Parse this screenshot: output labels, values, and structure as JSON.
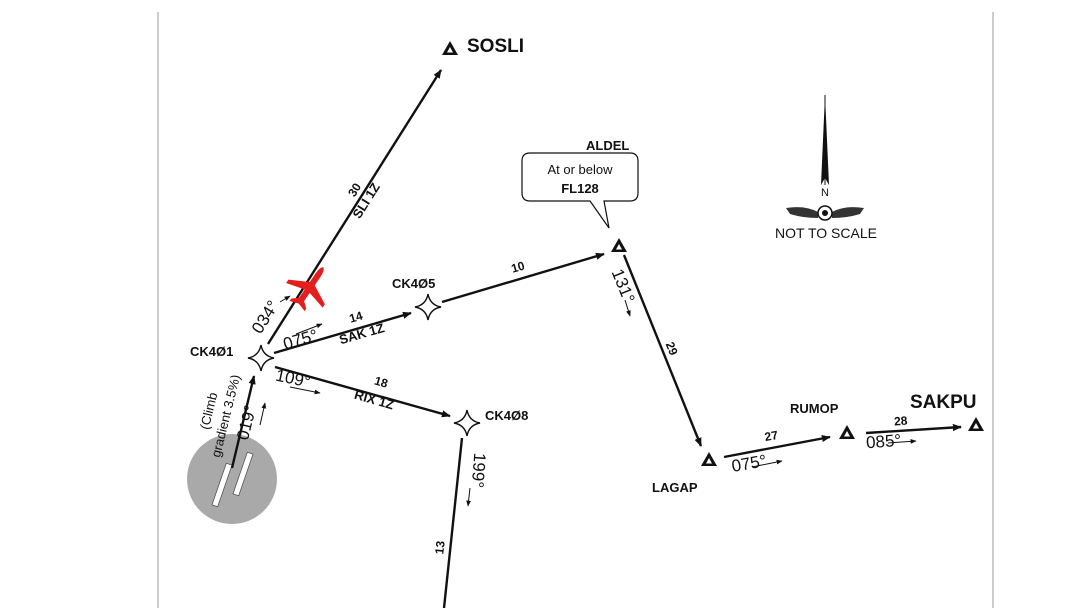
{
  "waypoints": {
    "sosli": "SOSLI",
    "aldel": "ALDEL",
    "ck405": "CK4Ø5",
    "ck401": "CK4Ø1",
    "ck408": "CK4Ø8",
    "lagap": "LAGAP",
    "rumop": "RUMOP",
    "sakpu": "SAKPU"
  },
  "procedures": {
    "sli": "SLI 1Z",
    "sak": "SAK 1Z",
    "rix": "RIX 1Z"
  },
  "distances": {
    "ck401_sosli": "30",
    "ck401_ck405": "14",
    "ck405_aldel": "10",
    "ck401_ck408": "18",
    "aldel_lagap": "29",
    "lagap_rumop": "27",
    "rumop_sakpu": "28",
    "ck408_south": "13"
  },
  "courses": {
    "runway": "019°",
    "sli": "034°",
    "sak": "075°",
    "rix": "109°",
    "aldel_lagap": "131°",
    "ck408_south": "199°",
    "lagap_rumop": "075°",
    "rumop_sakpu": "085°"
  },
  "altitude_restriction": {
    "line1": "At or below",
    "line2": "FL128"
  },
  "climb_note": {
    "line1": "(Climb",
    "line2": "gradient 3.5%)"
  },
  "north": {
    "letter": "N",
    "note": "NOT TO SCALE"
  },
  "colors": {
    "aircraft": "#e41d1d",
    "airport_circle": "#a9a9a9",
    "ink": "#111111",
    "frame": "#bbbbbb"
  }
}
